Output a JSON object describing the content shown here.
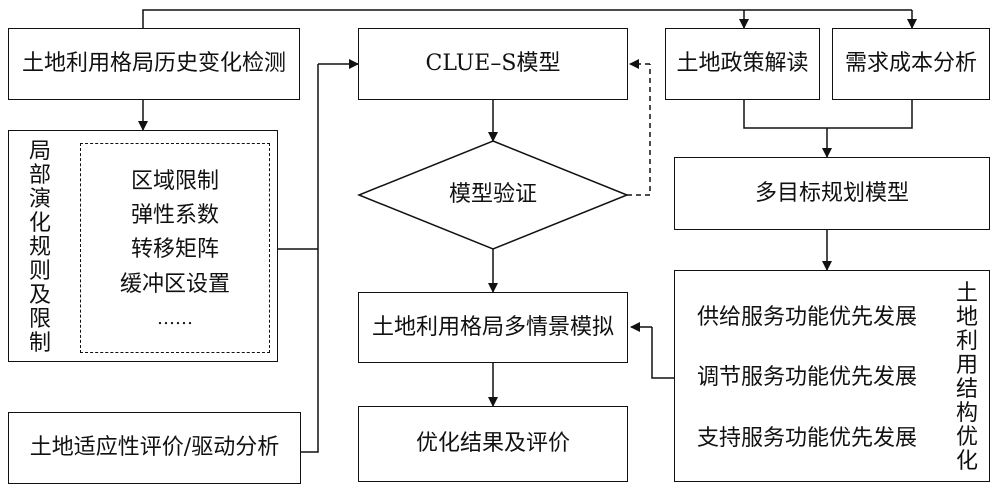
{
  "boxes": {
    "history_detection": "土地利用格局历史变化检测",
    "clue_s_model": "CLUE–S模型",
    "land_policy": "土地政策解读",
    "demand_cost": "需求成本分析",
    "model_validation": "模型验证",
    "multi_objective": "多目标规划模型",
    "multi_scenario": "土地利用格局多情景模拟",
    "optimization_result": "优化结果及评价",
    "suitability": "土地适应性评价/驱动分析"
  },
  "local_rules": {
    "title": "局部演化规则及限制",
    "items": [
      "区域限制",
      "弹性系数",
      "转移矩阵",
      "缓冲区设置",
      "……"
    ]
  },
  "structure_opt": {
    "title": "土地利用结构优化",
    "items": [
      "供给服务功能优先发展",
      "调节服务功能优先发展",
      "支持服务功能优先发展"
    ]
  }
}
